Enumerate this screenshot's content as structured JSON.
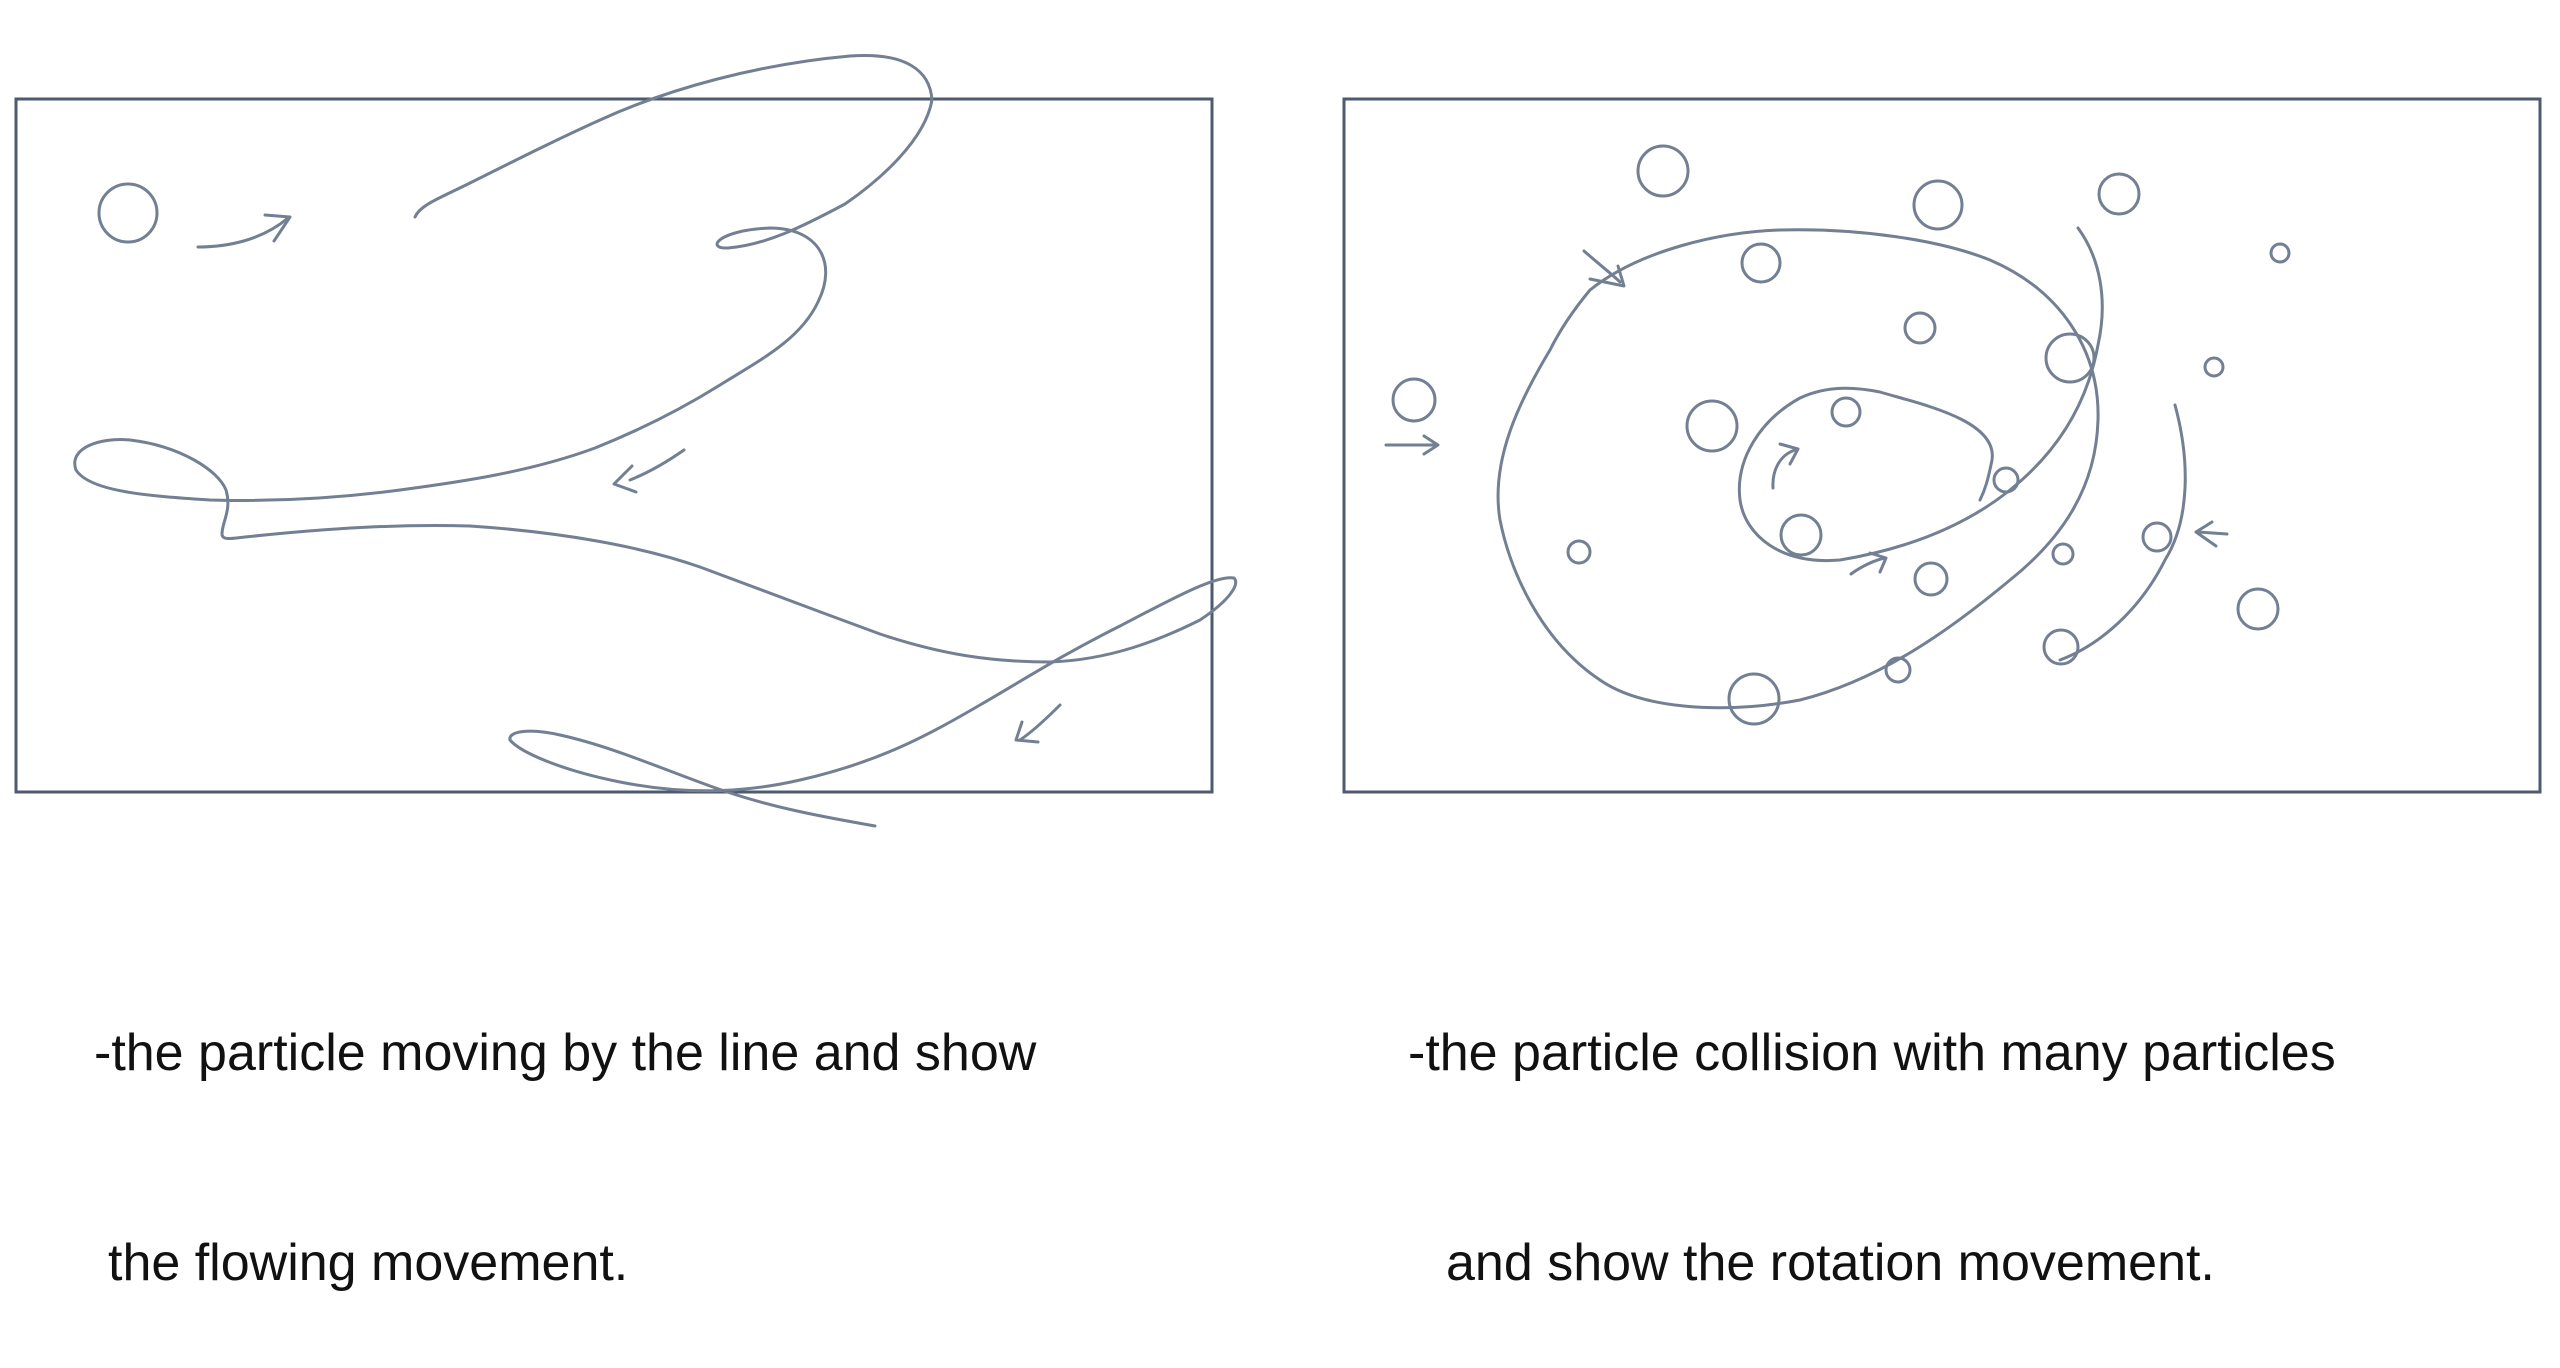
{
  "stroke_color": "#737F93",
  "frame_color": "#4E5A6E",
  "caption_color": "#111111",
  "panels": [
    {
      "name": "flowing-panel",
      "caption_lines": [
        "-the particle moving by the line and show",
        "the flowing movement."
      ]
    },
    {
      "name": "rotation-panel",
      "caption_lines": [
        "-the particle collision with many particles",
        "and show the rotation movement."
      ]
    }
  ]
}
